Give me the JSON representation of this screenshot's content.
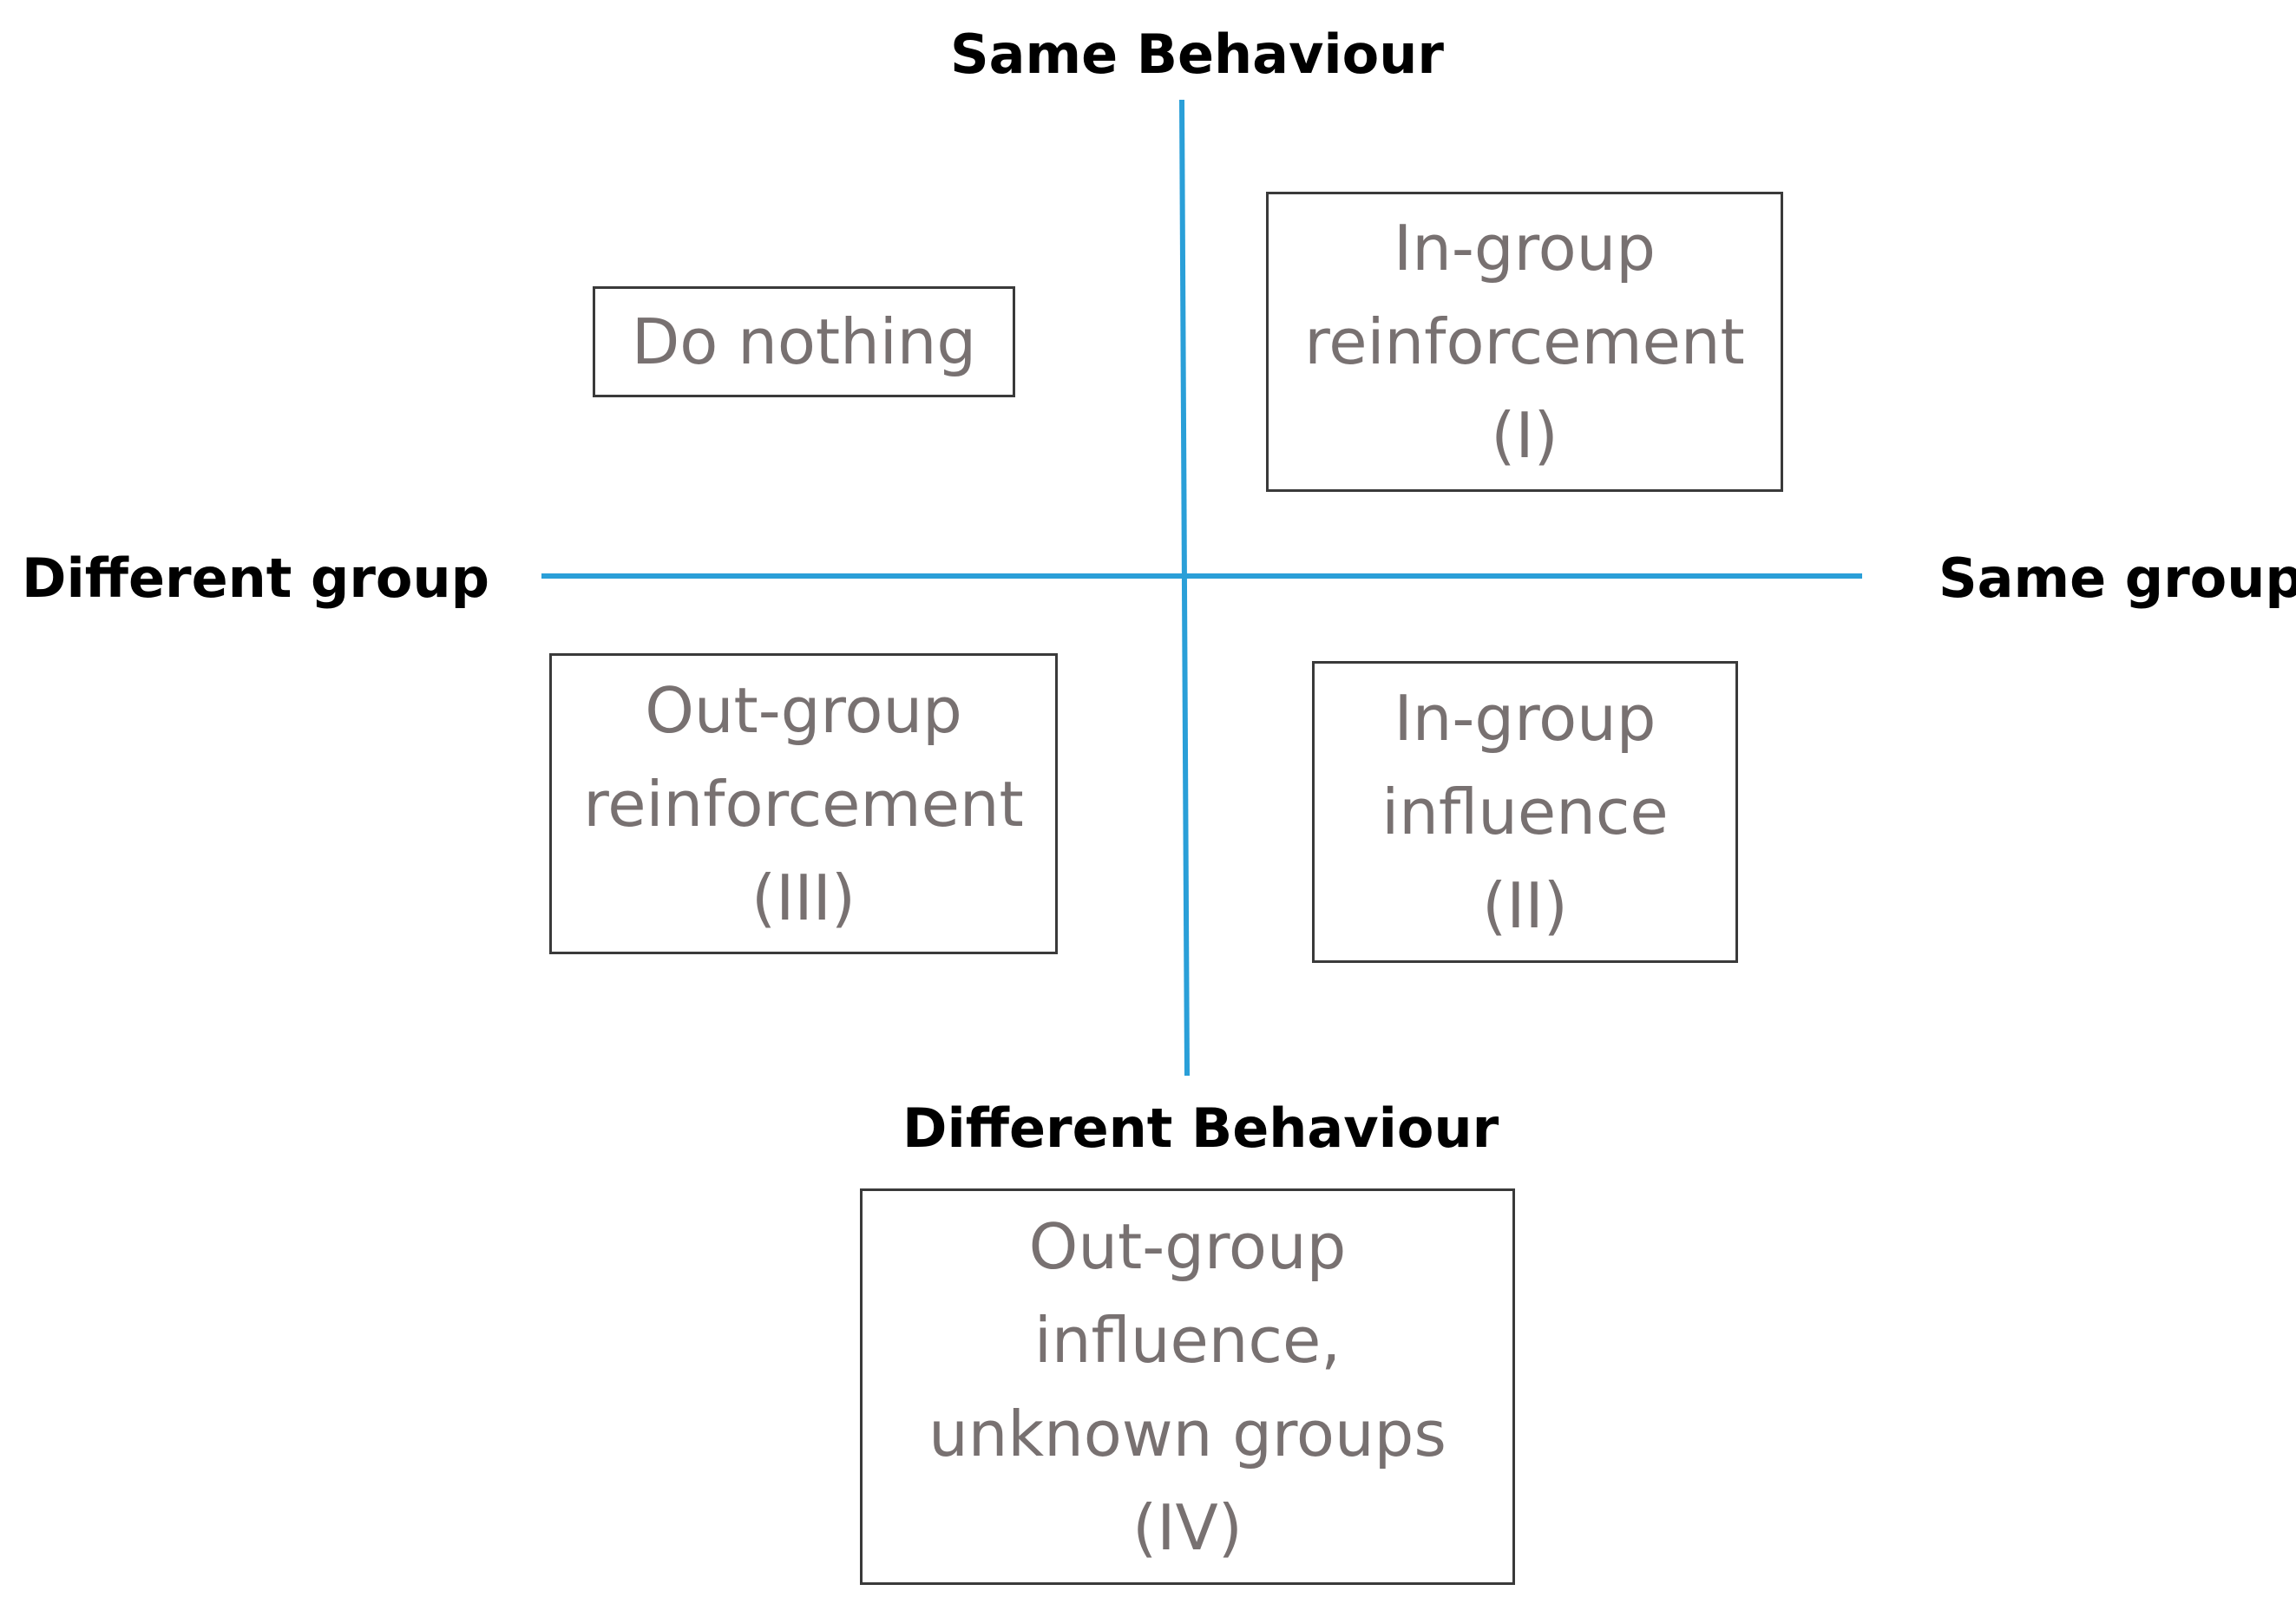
{
  "axes": {
    "top": "Same Behaviour",
    "bottom": "Different Behaviour",
    "left": "Different group",
    "right": "Same group",
    "line_color": "#2a9fd8"
  },
  "boxes": {
    "do_nothing": {
      "lines": [
        "Do nothing"
      ]
    },
    "ingroup_reinforcement": {
      "lines": [
        "In-group",
        "reinforcement",
        "(I)"
      ]
    },
    "outgroup_reinforcement": {
      "lines": [
        "Out-group",
        "reinforcement",
        "(III)"
      ]
    },
    "ingroup_influence": {
      "lines": [
        "In-group",
        "influence",
        "(II)"
      ]
    },
    "outgroup_influence": {
      "lines": [
        "Out-group",
        "influence,",
        "unknown groups",
        "(IV)"
      ]
    }
  },
  "colors": {
    "box_text": "#787171",
    "box_border": "#3a3a3a",
    "label_text": "#000000"
  }
}
